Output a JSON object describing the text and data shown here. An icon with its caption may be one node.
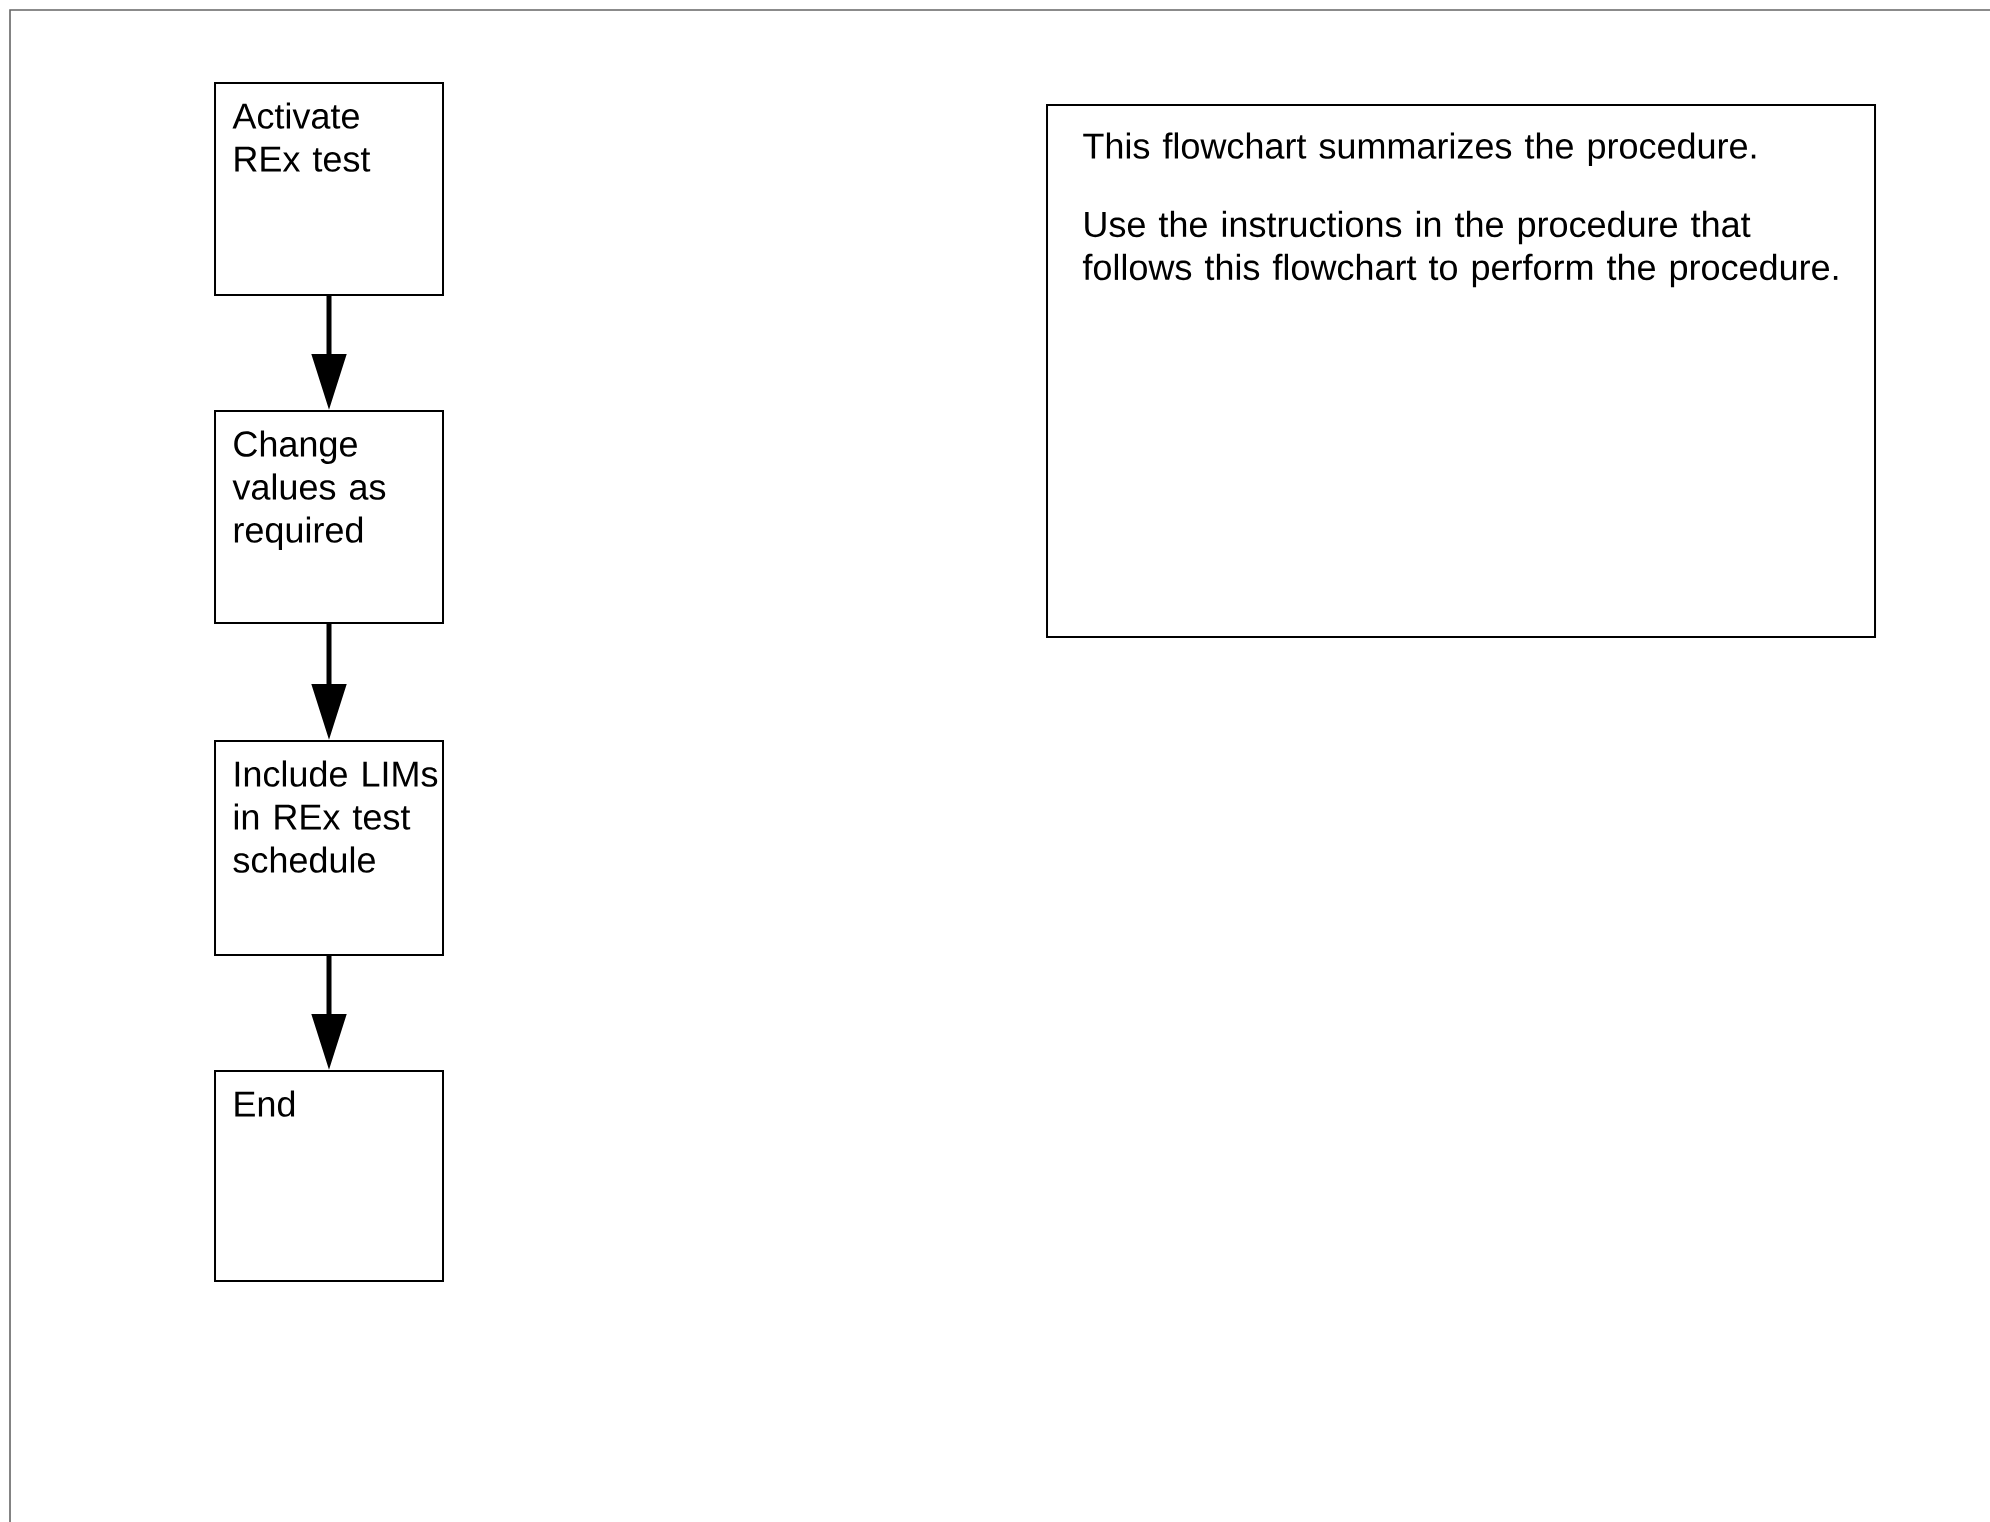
{
  "diagram": {
    "nodes": [
      {
        "text": [
          "Activate REx test"
        ]
      },
      {
        "text": [
          "Change values as required"
        ]
      },
      {
        "text": [
          "Include LIMs in REx test schedule"
        ]
      },
      {
        "text": [
          "End"
        ]
      },
      {
        "text": [
          "This flowchart summarizes the procedure.",
          "Use the instructions in the procedure that follows this flowchart to perform the procedure."
        ]
      }
    ],
    "edges": [
      {
        "from": 0,
        "to": 1,
        "arrow": "to"
      },
      {
        "from": 1,
        "to": 2,
        "arrow": "to"
      },
      {
        "from": 2,
        "to": 3,
        "arrow": "to"
      }
    ]
  }
}
